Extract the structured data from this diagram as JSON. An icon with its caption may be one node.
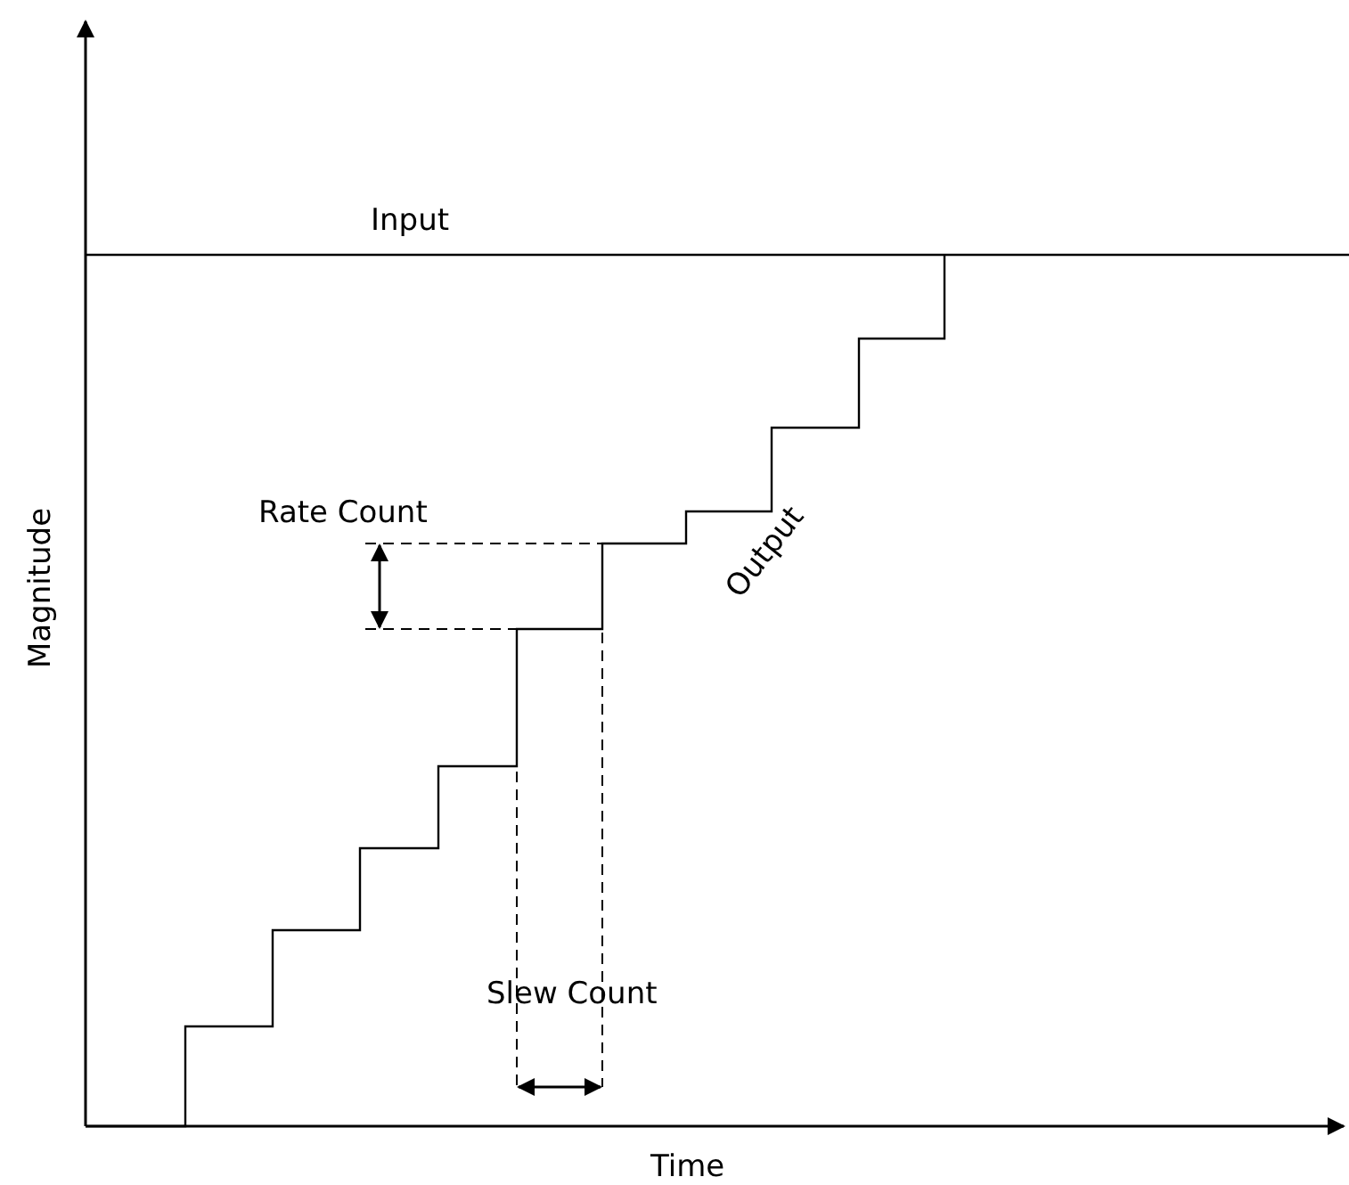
{
  "diagram": {
    "labels": [
      "Input",
      "Rate Count",
      "Output",
      "Magnitude",
      "Slew Count",
      "Time"
    ]
  }
}
